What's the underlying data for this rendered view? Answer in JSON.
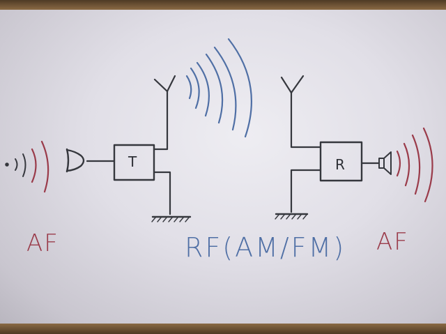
{
  "labels": {
    "af_left": "AF",
    "rf": "RF(AM/FM)",
    "af_right": "AF"
  },
  "transmitter": {
    "letter": "T"
  },
  "receiver": {
    "letter": "R"
  },
  "colors": {
    "ink_dark": "#35373d",
    "ink_red": "#9a3b4a",
    "ink_blue": "#4f6fa5",
    "board": "#e4e2ea",
    "frame": "#7a5a36"
  },
  "icons": {
    "source": "sound-source-icon",
    "microphone": "microphone-icon",
    "speaker": "speaker-icon",
    "antenna": "antenna-icon",
    "ground": "ground-symbol-icon"
  }
}
